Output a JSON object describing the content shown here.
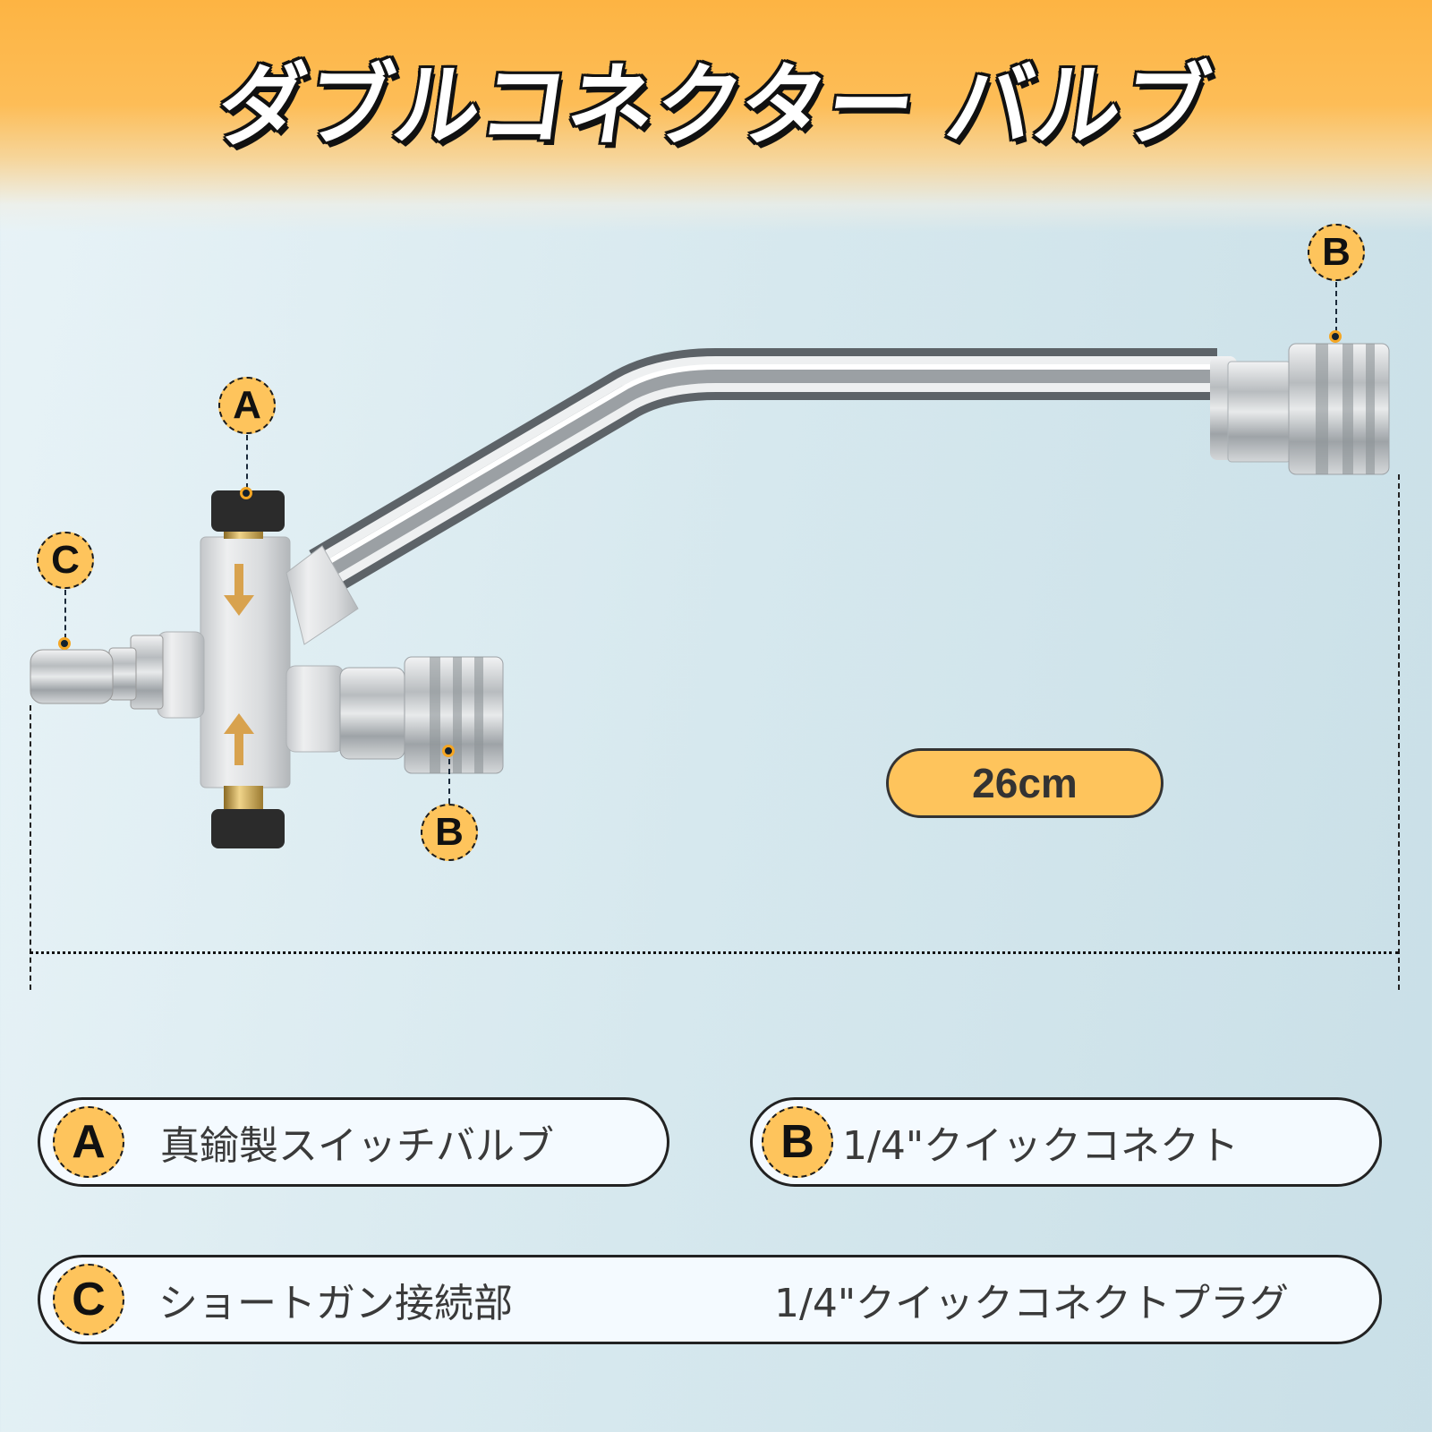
{
  "title": "ダブルコネクター バルブ",
  "callouts": {
    "a": "A",
    "b_top": "B",
    "b_mid": "B",
    "c": "C"
  },
  "dimension": {
    "length": "26cm"
  },
  "legend": [
    {
      "key": "A",
      "label": "真鍮製スイッチバルブ"
    },
    {
      "key": "B",
      "label": "1/4\"クイックコネクト"
    },
    {
      "key": "C",
      "label": "ショートガン接続部",
      "detail": "1/4\"クイックコネクトプラグ"
    }
  ],
  "colors": {
    "accent": "#fec45c",
    "header": "#fdb443",
    "background": "#d6e8ee",
    "outline": "#222222"
  }
}
